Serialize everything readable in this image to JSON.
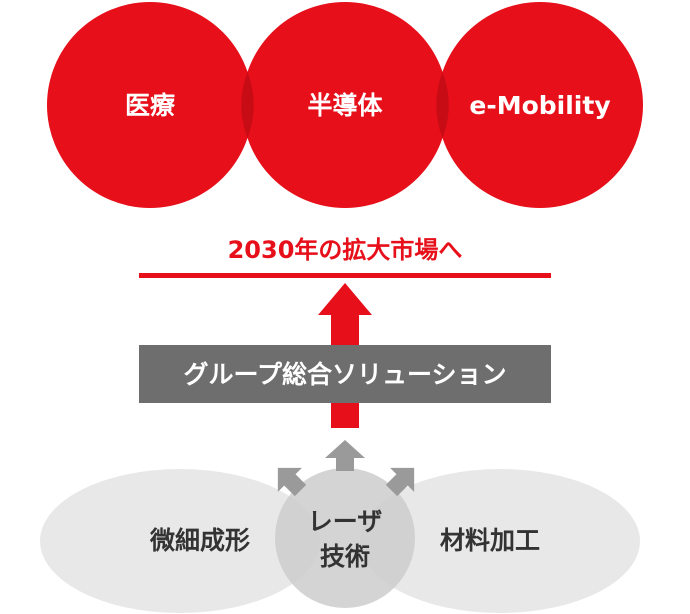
{
  "markets": [
    {
      "label": "医療"
    },
    {
      "label": "半導体"
    },
    {
      "label": "e-Mobility"
    }
  ],
  "target": {
    "label": "2030年の拡大市場へ"
  },
  "solution": {
    "label": "グループ総合ソリューション"
  },
  "foundations": {
    "left": "微細成形",
    "center_line1": "レーザ",
    "center_line2": "技術",
    "right": "材料加工"
  },
  "colors": {
    "accent_red": "#e60f1a",
    "bar_gray": "#6e6e6e",
    "arrow_gray": "#9a9a9a",
    "base_light": "#e9e9e9"
  }
}
